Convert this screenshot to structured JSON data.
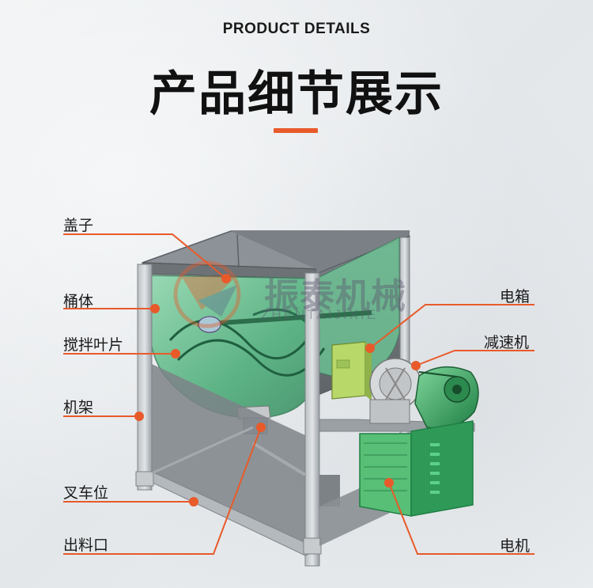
{
  "header": {
    "subtitle": "PRODUCT DETAILS",
    "title": "产品细节展示"
  },
  "watermark": {
    "name_cn": "振泰机械",
    "name_en": "ZHENTAIJIXIE"
  },
  "labels": {
    "lid": "盖子",
    "barrel": "桶体",
    "blade": "搅拌叶片",
    "frame": "机架",
    "forklift": "叉车位",
    "outlet": "出料口",
    "electric_box": "电箱",
    "reducer": "减速机",
    "motor": "电机"
  },
  "colors": {
    "accent": "#e85a2a",
    "steel": "#8f959a",
    "panel": "#6f7479",
    "tank_green": "#5dbf8a",
    "motor_green": "#2f9a58",
    "box_green": "#b8d96a"
  }
}
